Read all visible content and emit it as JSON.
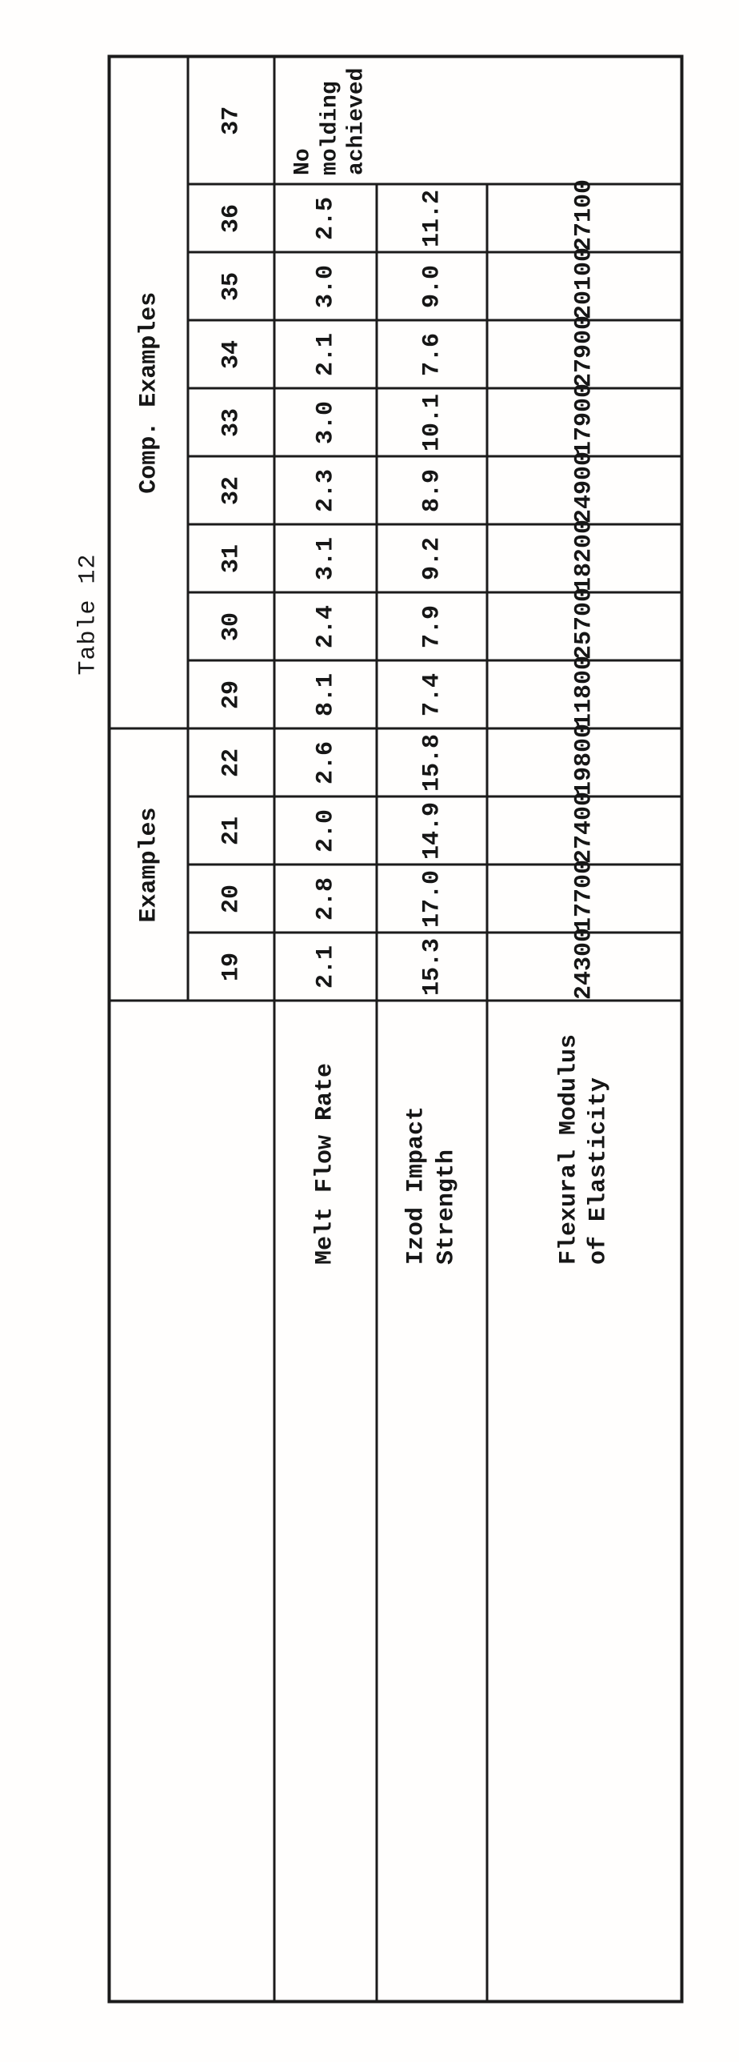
{
  "caption": "Table 12",
  "table": {
    "group_headers": {
      "examples": "Examples",
      "comp_examples": "Comp. Examples"
    },
    "column_ids": [
      "19",
      "20",
      "21",
      "22",
      "29",
      "30",
      "31",
      "32",
      "33",
      "34",
      "35",
      "36",
      "37"
    ],
    "rows": [
      {
        "label": "Melt Flow Rate",
        "values": [
          "2.1",
          "2.8",
          "2.0",
          "2.6",
          "8.1",
          "2.4",
          "3.1",
          "2.3",
          "3.0",
          "2.1",
          "3.0",
          "2.5"
        ]
      },
      {
        "label": "Izod Impact Strength",
        "values": [
          "15.3",
          "17.0",
          "14.9",
          "15.8",
          "7.4",
          "7.9",
          "9.2",
          "8.9",
          "10.1",
          "7.6",
          "9.0",
          "11.2"
        ]
      },
      {
        "label": "Flexural Modulus of Elasticity",
        "values": [
          "24300",
          "17700",
          "27400",
          "19800",
          "11800",
          "25700",
          "18200",
          "24900",
          "17900",
          "27900",
          "20100",
          "27100"
        ]
      }
    ],
    "note": "No molding achieved",
    "note_lines": [
      "No",
      "molding",
      "achieved"
    ]
  }
}
